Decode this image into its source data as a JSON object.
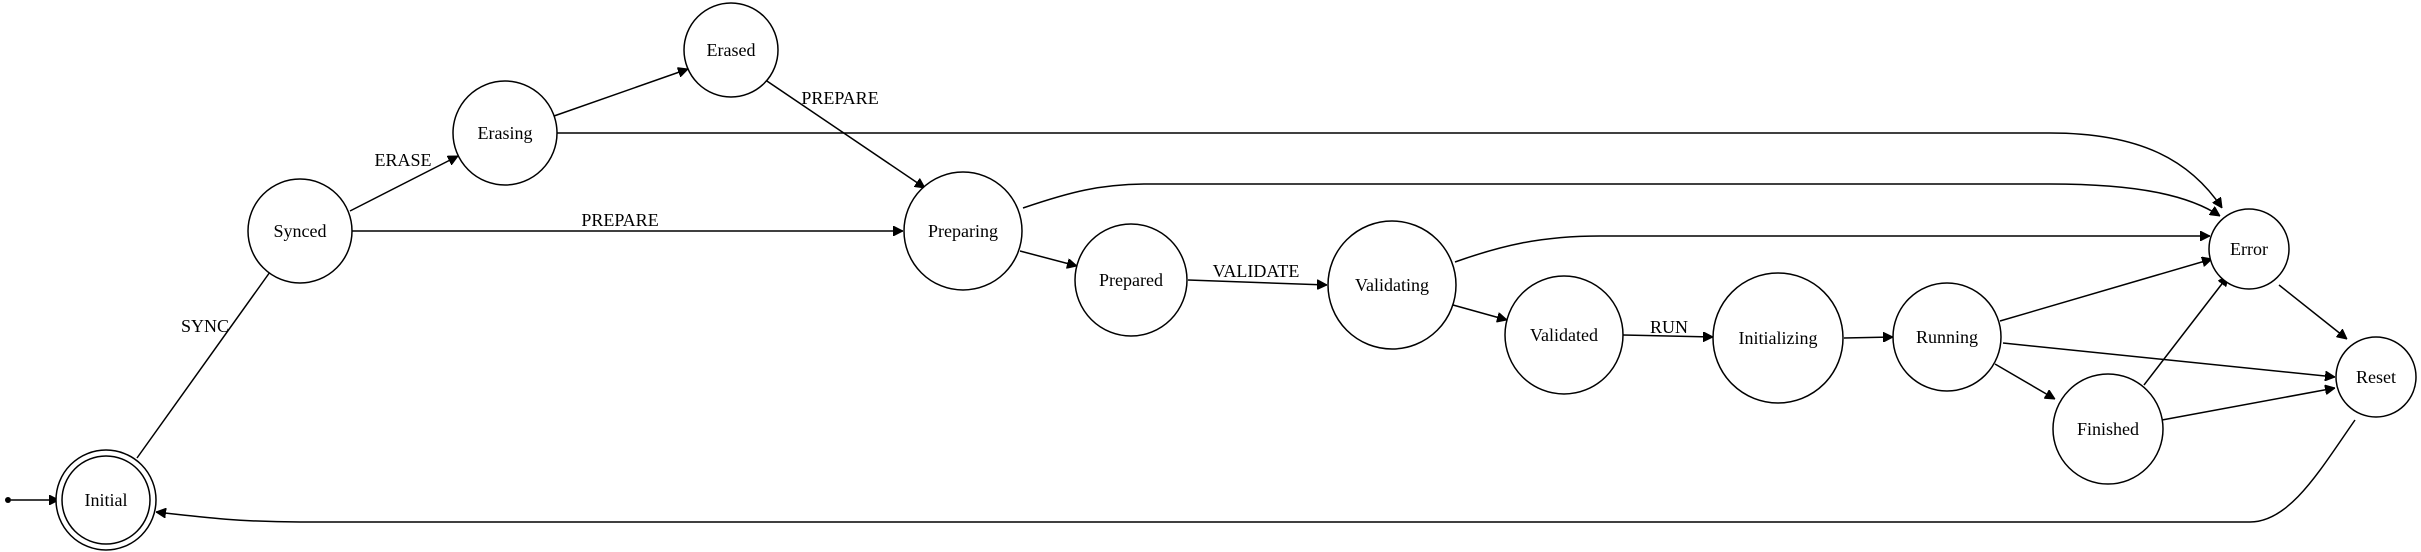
{
  "states": {
    "initial": "Initial",
    "synced": "Synced",
    "erasing": "Erasing",
    "erased": "Erased",
    "preparing": "Preparing",
    "prepared": "Prepared",
    "validating": "Validating",
    "validated": "Validated",
    "initializing": "Initializing",
    "running": "Running",
    "finished": "Finished",
    "error": "Error",
    "reset": "Reset"
  },
  "transitions": {
    "sync": "SYNC",
    "erase": "ERASE",
    "prepare_from_synced": "PREPARE",
    "prepare_from_erased": "PREPARE",
    "validate": "VALIDATE",
    "run": "RUN"
  }
}
